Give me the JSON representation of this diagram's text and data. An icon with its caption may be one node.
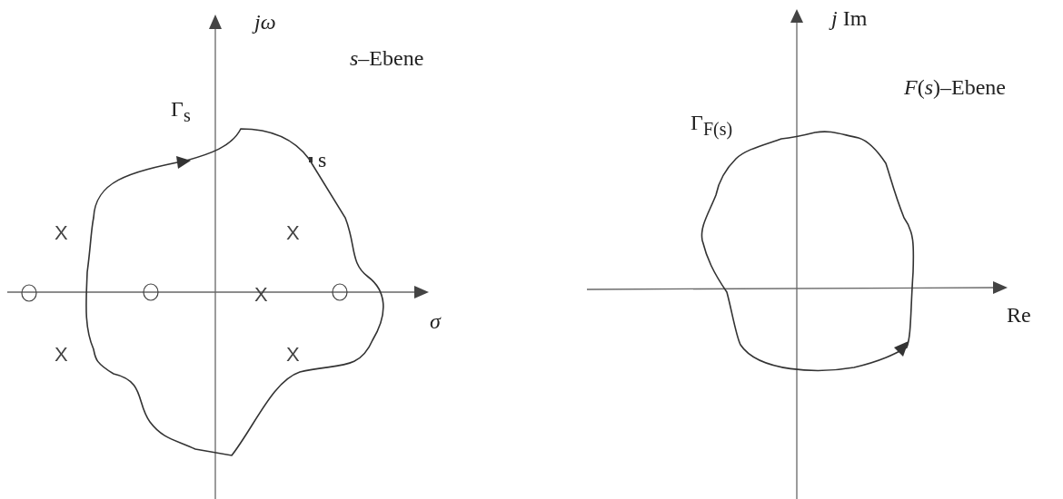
{
  "diagram": {
    "labels": [
      "jω",
      "*s*–Ebene",
      "Γ$_{s}$",
      "s",
      "X",
      "X",
      "X",
      "σ",
      "X",
      "X",
      "*j* Im",
      "*F*(*s*)–Ebene",
      "Γ$_{F(s)}$",
      "Re"
    ]
  }
}
